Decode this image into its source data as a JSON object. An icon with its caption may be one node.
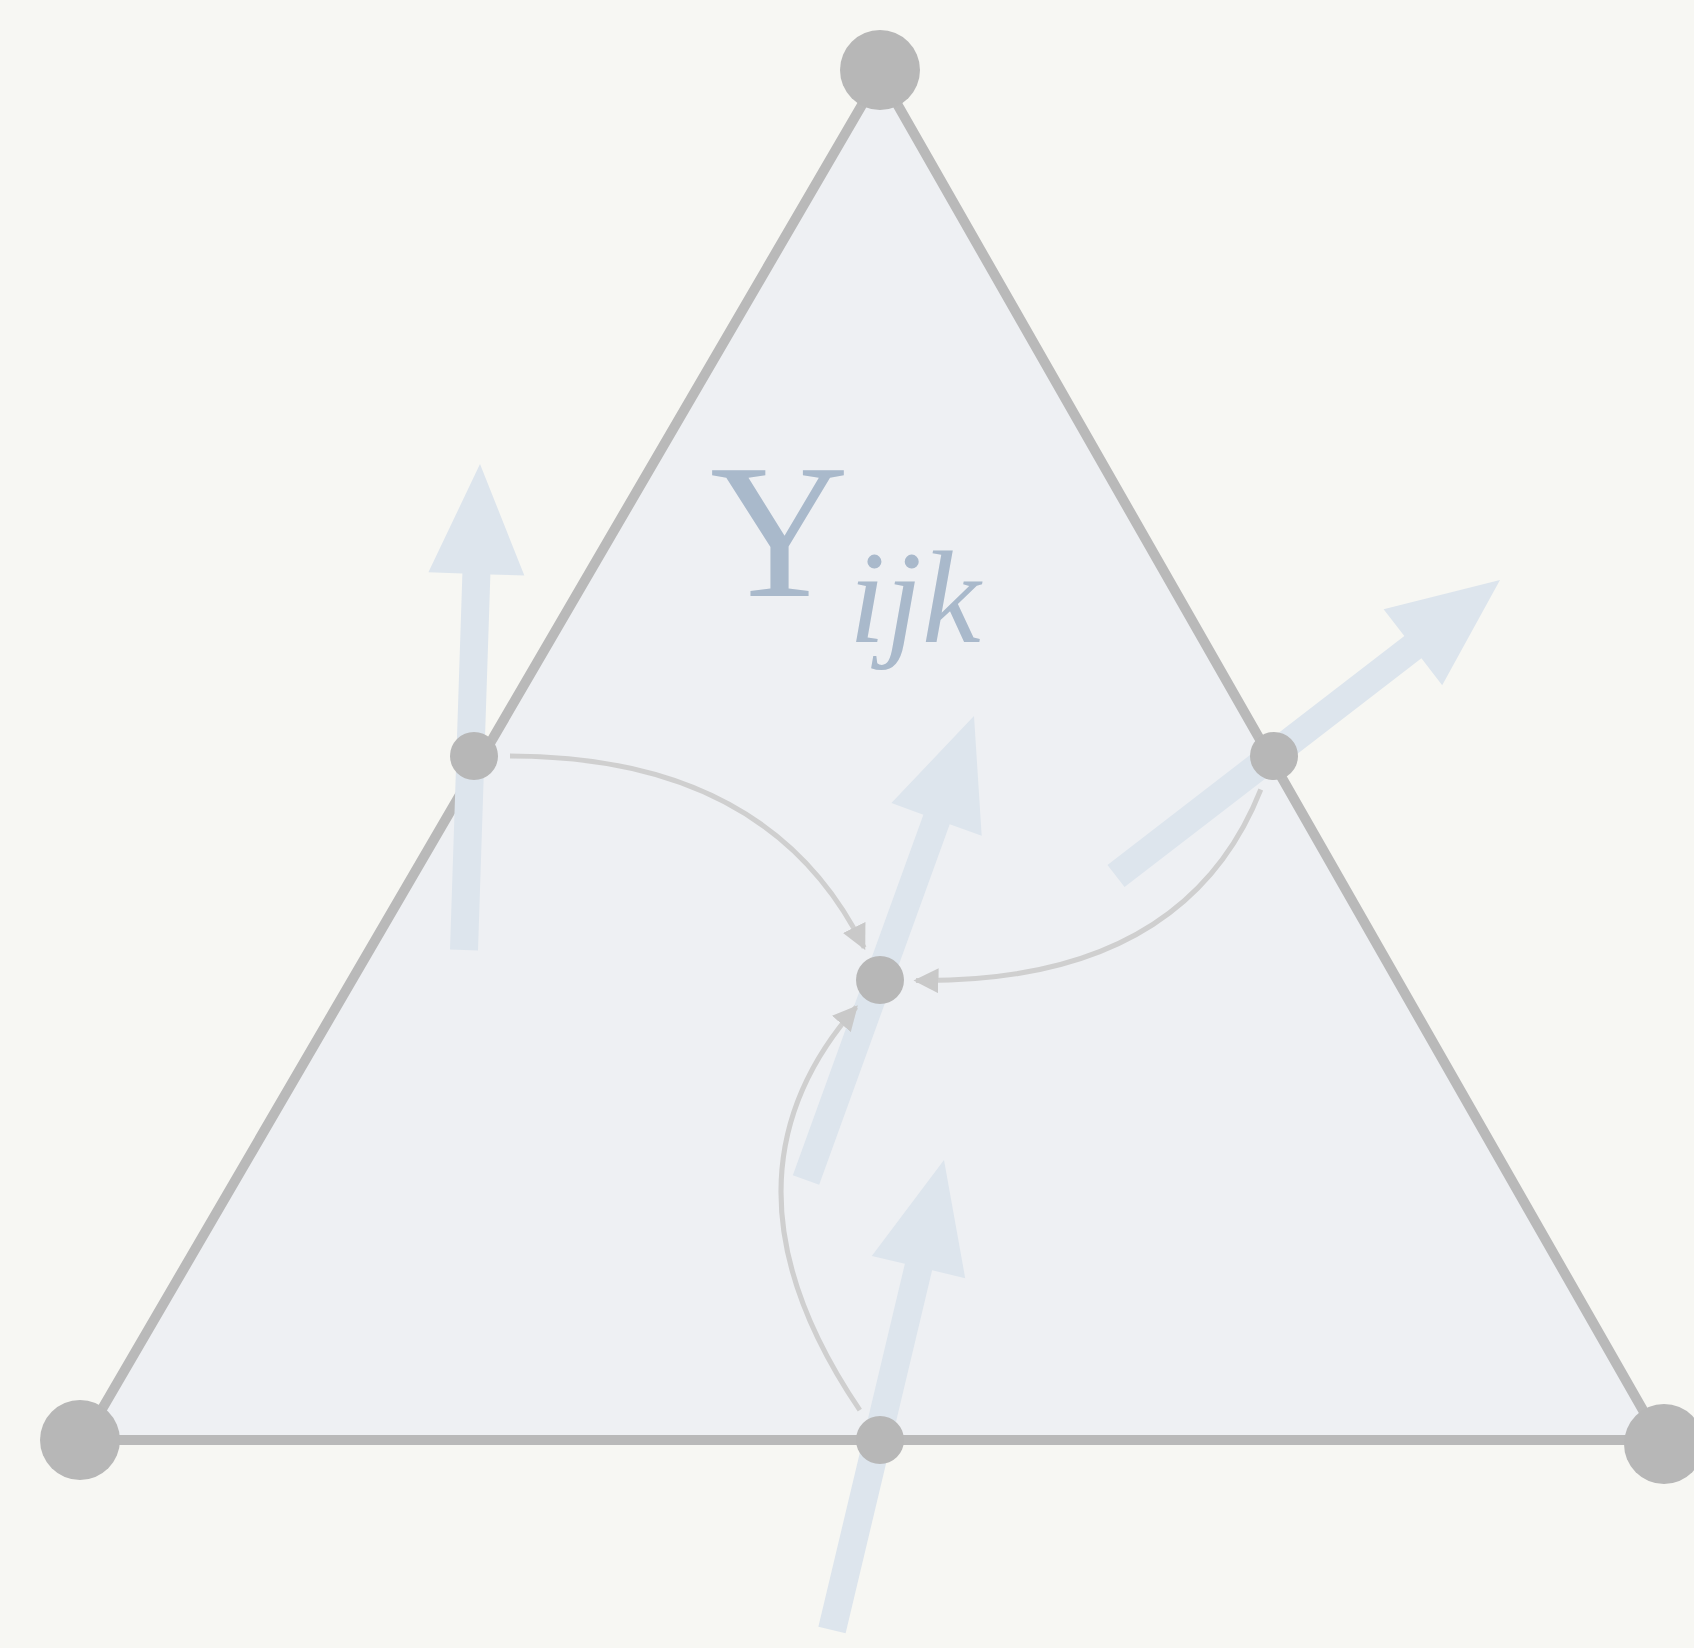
{
  "diagram": {
    "nodes": [
      {
        "text": [],
        "shape": "circle"
      },
      {
        "text": [],
        "shape": "circle"
      },
      {
        "text": [],
        "shape": "circle"
      },
      {
        "text": [],
        "shape": "circle"
      },
      {
        "text": [],
        "shape": "circle"
      },
      {
        "text": [],
        "shape": "circle"
      },
      {
        "text": [],
        "shape": "circle"
      }
    ],
    "edges": [
      {
        "from": 3,
        "to": 6,
        "arrow": "to"
      },
      {
        "from": 4,
        "to": 6,
        "arrow": "to"
      },
      {
        "from": 5,
        "to": 6,
        "arrow": "to"
      }
    ],
    "labels": [
      "Y$_{ijk}$"
    ]
  }
}
